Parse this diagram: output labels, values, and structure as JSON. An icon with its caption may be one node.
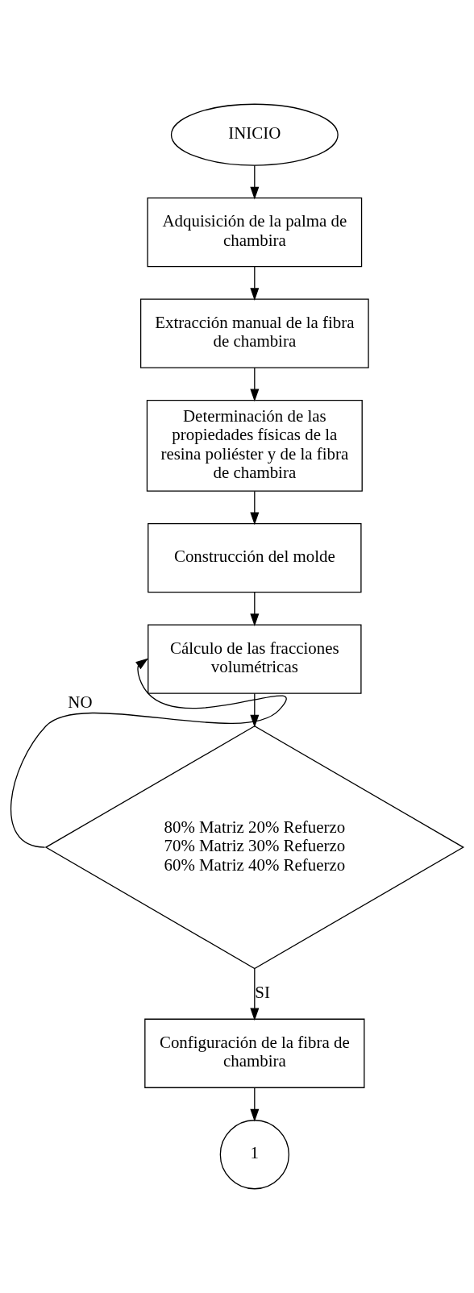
{
  "diagram": {
    "nodes": [
      {
        "text": [
          "INICIO"
        ]
      },
      {
        "text": [
          "Adquisición de la palma de chambira"
        ]
      },
      {
        "text": [
          "Extracción manual de la fibra de chambira"
        ]
      },
      {
        "text": [
          "Determinación de las propiedades físicas de la resina poliéster y de la fibra de chambira"
        ]
      },
      {
        "text": [
          "Construcción del molde"
        ]
      },
      {
        "text": [
          "Cálculo de las fracciones volumétricas"
        ]
      },
      {
        "text": [
          "80% Matriz 20% Refuerzo",
          "70% Matriz 30% Refuerzo",
          "60% Matriz 40% Refuerzo"
        ]
      },
      {
        "text": [
          "Configuración de la fibra de chambira"
        ]
      },
      {
        "text": [
          "1"
        ]
      }
    ],
    "edges": [
      {
        "from": 0,
        "to": 1,
        "arrow": "to"
      },
      {
        "from": 1,
        "to": 2,
        "arrow": "to"
      },
      {
        "from": 2,
        "to": 3,
        "arrow": "to"
      },
      {
        "from": 3,
        "to": 4,
        "arrow": "to"
      },
      {
        "from": 4,
        "to": 5,
        "arrow": "to"
      },
      {
        "from": 5,
        "to": 6,
        "arrow": "to"
      },
      {
        "from": 6,
        "to": 5,
        "arrow": "to",
        "label": "NO"
      },
      {
        "from": 6,
        "to": 7,
        "arrow": "to",
        "label": "SI"
      },
      {
        "from": 7,
        "to": 8,
        "arrow": "to"
      }
    ]
  }
}
